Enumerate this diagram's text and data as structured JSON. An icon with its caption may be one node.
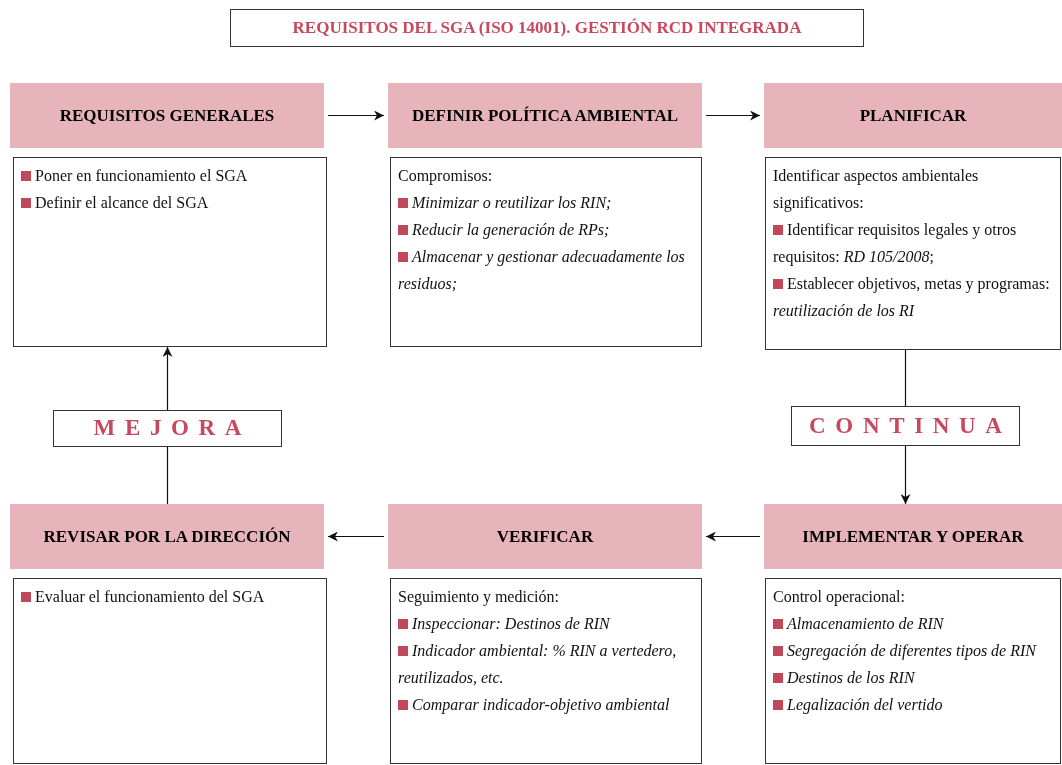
{
  "diagram": {
    "title": "REQUISITOS DEL SGA (ISO 14001). GESTIÓN RCD INTEGRADA",
    "nodes": [
      {
        "text": [
          "REQUISITOS GENERALES"
        ]
      },
      {
        "text": [
          "DEFINIR POLÍTICA AMBIENTAL"
        ]
      },
      {
        "text": [
          "PLANIFICAR"
        ]
      },
      {
        "text": [
          "Poner en funcionamiento el SGA",
          "Definir el alcance del SGA"
        ]
      },
      {
        "text": [
          "Compromisos:",
          "Minimizar o reutilizar los RIN;",
          "Reducir la generación de RPs;",
          "Almacenar y gestionar adecuadamente los residuos;"
        ]
      },
      {
        "text": [
          "Identificar aspectos ambientales significativos:",
          "Identificar requisitos legales y otros requisitos: *RD 105/2008*;",
          "Establecer objetivos, metas y programas: *reutilización de los RI*"
        ]
      },
      {
        "text": [
          "MEJORA"
        ]
      },
      {
        "text": [
          "CONTINUA"
        ]
      },
      {
        "text": [
          "REVISAR POR LA DIRECCIÓN"
        ]
      },
      {
        "text": [
          "VERIFICAR"
        ]
      },
      {
        "text": [
          "IMPLEMENTAR Y OPERAR"
        ]
      },
      {
        "text": [
          "Evaluar el funcionamiento del SGA"
        ]
      },
      {
        "text": [
          "Seguimiento y medición:",
          "Inspeccionar: Destinos de RIN",
          "Indicador ambiental: % RIN a vertedero, reutilizados, etc.",
          "Comparar indicador-objetivo ambiental"
        ]
      },
      {
        "text": [
          "Control operacional:",
          "Almacenamiento de RIN",
          "Segregación de diferentes tipos de RIN",
          "Destinos de los RIN",
          "Legalización del vertido"
        ]
      }
    ],
    "edges": [
      {
        "from": 0,
        "to": 1,
        "arrow": "to"
      },
      {
        "from": 1,
        "to": 2,
        "arrow": "to"
      },
      {
        "from": 5,
        "to": 7,
        "arrow": "none"
      },
      {
        "from": 7,
        "to": 10,
        "arrow": "to"
      },
      {
        "from": 10,
        "to": 9,
        "arrow": "to"
      },
      {
        "from": 9,
        "to": 8,
        "arrow": "to"
      },
      {
        "from": 8,
        "to": 6,
        "arrow": "none"
      },
      {
        "from": 6,
        "to": 3,
        "arrow": "to"
      }
    ]
  }
}
